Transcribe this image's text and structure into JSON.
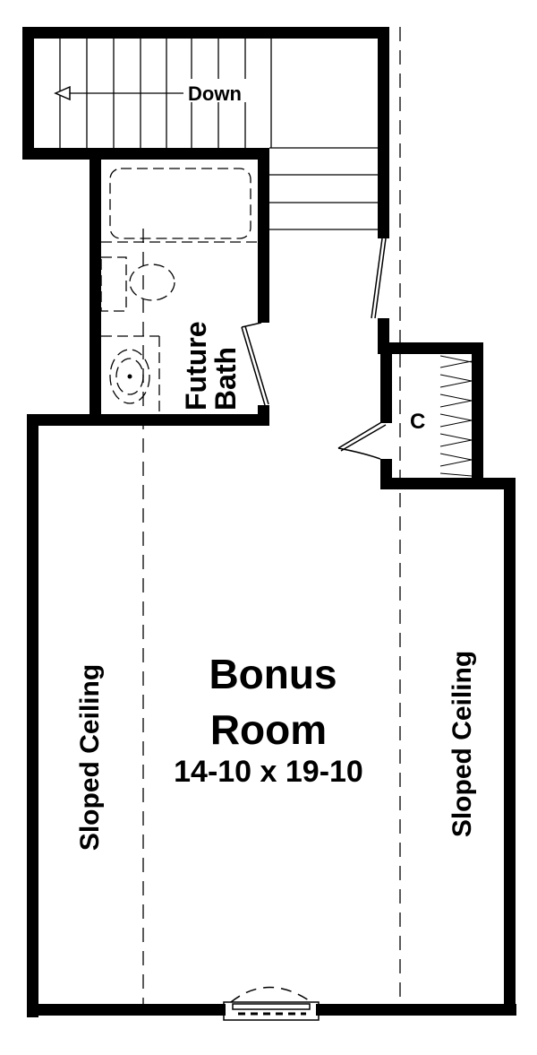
{
  "plan": {
    "stairs_label": "Down",
    "bath_label_line1": "Future",
    "bath_label_line2": "Bath",
    "closet_label": "C",
    "bonus_room": {
      "name_line1": "Bonus",
      "name_line2": "Room",
      "dimensions": "14-10 x 19-10"
    },
    "left_ceiling_label": "Sloped Ceiling",
    "right_ceiling_label": "Sloped Ceiling"
  },
  "colors": {
    "wall": "#000000",
    "background": "#ffffff"
  }
}
